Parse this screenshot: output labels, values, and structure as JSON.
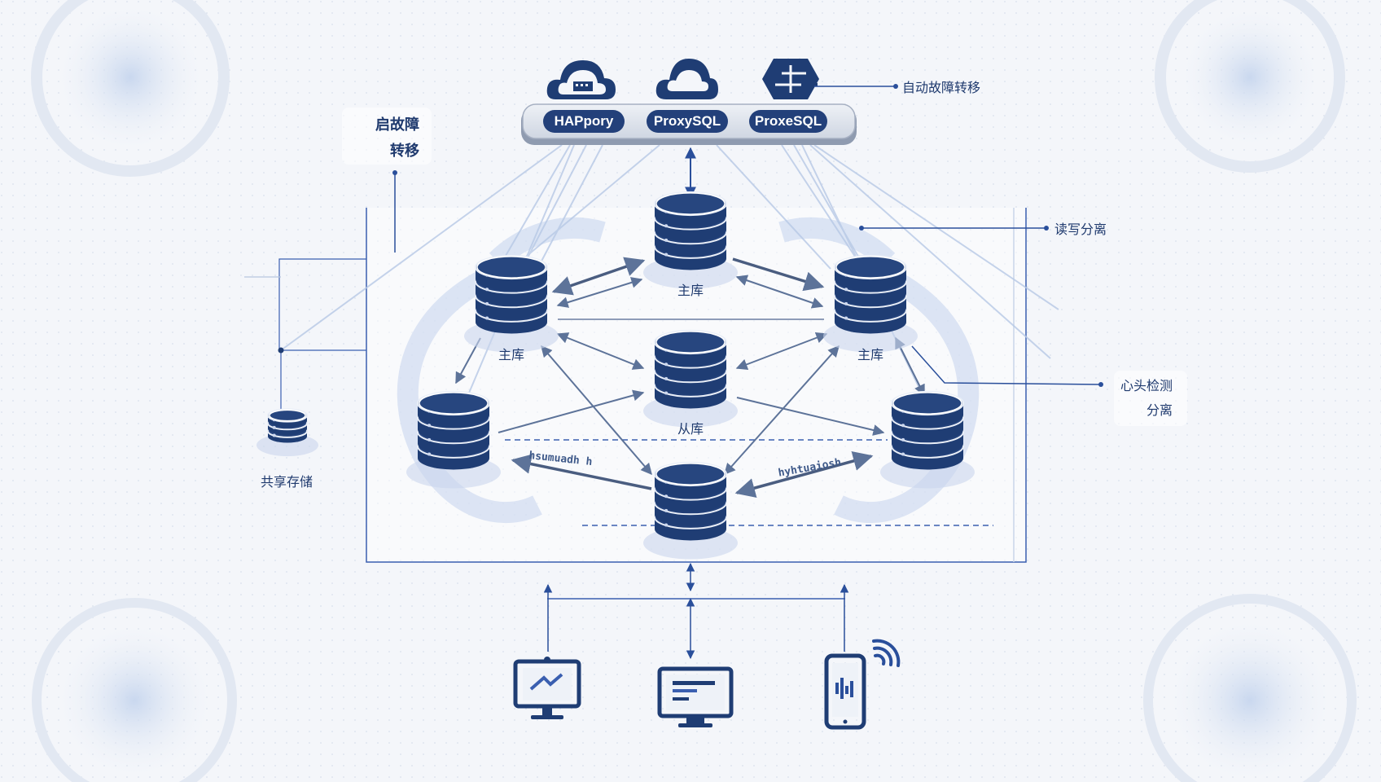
{
  "proxy_bar": {
    "items": [
      {
        "label": "HAPpory",
        "icon": "cloud-server-icon"
      },
      {
        "label": "ProxySQL",
        "icon": "cloud-icon"
      },
      {
        "label": "ProxeSQL",
        "icon": "failover-switch-icon"
      }
    ]
  },
  "callouts": {
    "auto_failover_right": "自动故障转移",
    "failover_left_line1": "启故障",
    "failover_left_line2": "转移",
    "rw_split": "读写分离",
    "heartbeat_line1": "心头检测",
    "heartbeat_line2": "分离"
  },
  "nodes": {
    "top_master": "主库",
    "left_master": "主库",
    "right_master": "主库",
    "center_slave": "从库",
    "shared_storage": "共享存储"
  },
  "replication_labels": {
    "left": "hsumuadh h",
    "right": "hyhtuaiosh"
  },
  "clients": [
    {
      "icon": "desktop-monitor-icon"
    },
    {
      "icon": "computer-monitor-icon"
    },
    {
      "icon": "mobile-phone-icon"
    }
  ],
  "colors": {
    "navy": "#1f3d74",
    "accent": "#3a5fb0",
    "line": "#a9bde0",
    "background": "#f4f6fa"
  }
}
